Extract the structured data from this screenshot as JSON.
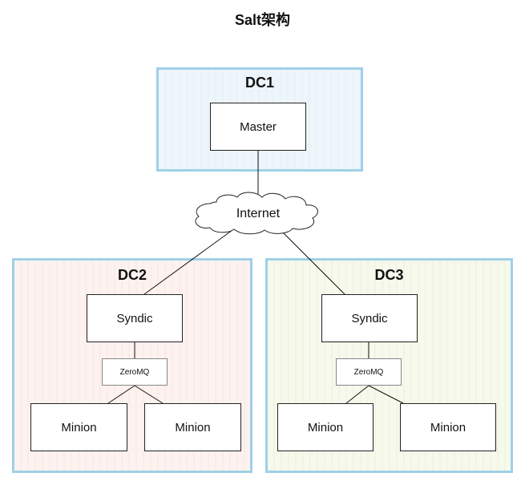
{
  "title": "Salt架构",
  "internet_label": "Internet",
  "dc1": {
    "label": "DC1",
    "master_label": "Master"
  },
  "dc2": {
    "label": "DC2",
    "syndic_label": "Syndic",
    "transport_label": "ZeroMQ",
    "minion1_label": "Minion",
    "minion2_label": "Minion"
  },
  "dc3": {
    "label": "DC3",
    "syndic_label": "Syndic",
    "transport_label": "ZeroMQ",
    "minion1_label": "Minion",
    "minion2_label": "Minion"
  },
  "colors": {
    "dc_border": "#9fd0e8",
    "dc1_fill": "#eef6fb",
    "dc2_fill": "#fdf2ef",
    "dc3_fill": "#f6f9ec"
  }
}
